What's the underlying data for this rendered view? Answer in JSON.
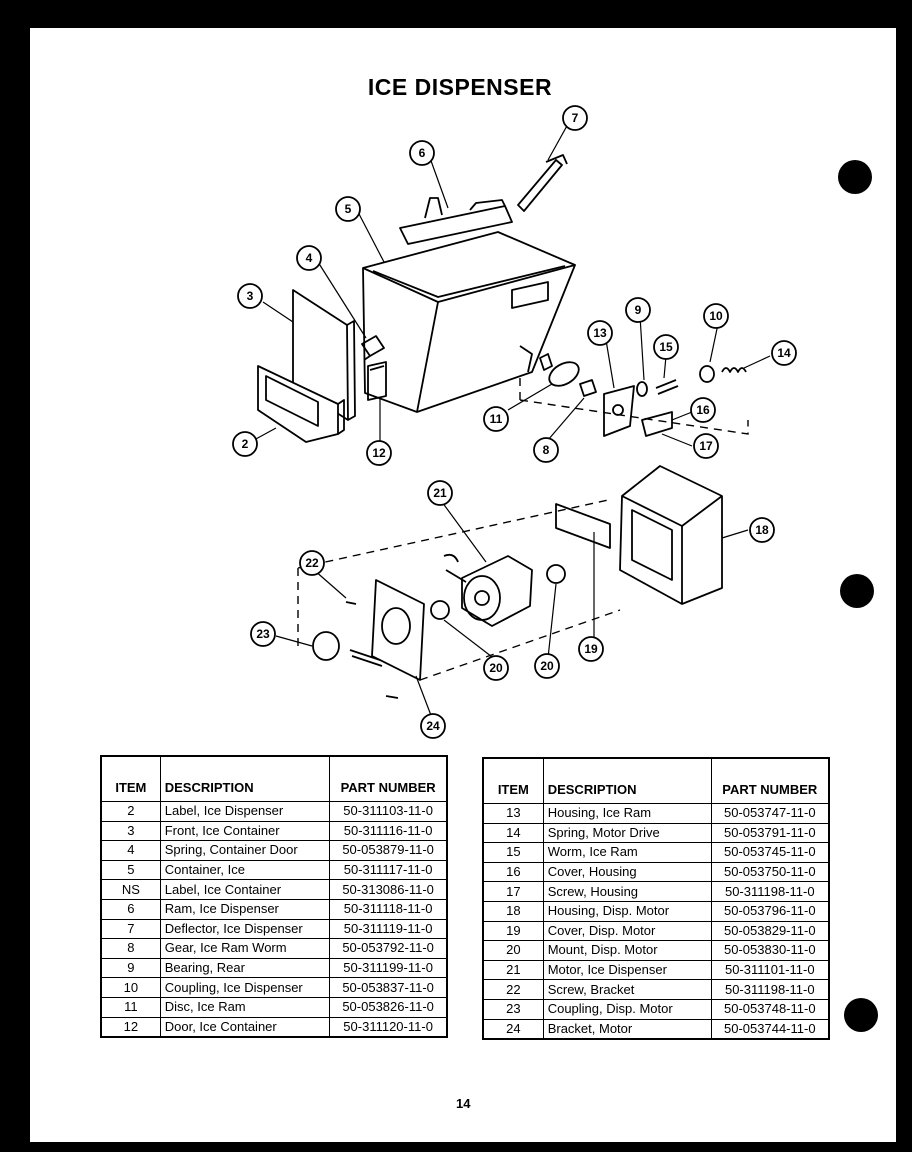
{
  "page": {
    "title": "ICE DISPENSER",
    "page_number": "14"
  },
  "diagram": {
    "callouts": [
      "2",
      "3",
      "4",
      "5",
      "6",
      "7",
      "8",
      "9",
      "10",
      "11",
      "12",
      "13",
      "14",
      "15",
      "16",
      "17",
      "18",
      "19",
      "20",
      "20",
      "21",
      "22",
      "23",
      "24"
    ]
  },
  "tables": {
    "headers": {
      "item": "ITEM",
      "description": "DESCRIPTION",
      "part_number": "PART NUMBER"
    },
    "left": [
      {
        "item": "2",
        "description": "Label, Ice Dispenser",
        "part": "50-311103-11-0"
      },
      {
        "item": "3",
        "description": "Front, Ice Container",
        "part": "50-311116-11-0"
      },
      {
        "item": "4",
        "description": "Spring, Container Door",
        "part": "50-053879-11-0"
      },
      {
        "item": "5",
        "description": "Container, Ice",
        "part": "50-311117-11-0"
      },
      {
        "item": "NS",
        "description": "Label, Ice Container",
        "part": "50-313086-11-0"
      },
      {
        "item": "6",
        "description": "Ram, Ice Dispenser",
        "part": "50-311118-11-0"
      },
      {
        "item": "7",
        "description": "Deflector, Ice Dispenser",
        "part": "50-311119-11-0"
      },
      {
        "item": "8",
        "description": "Gear, Ice Ram Worm",
        "part": "50-053792-11-0"
      },
      {
        "item": "9",
        "description": "Bearing, Rear",
        "part": "50-311199-11-0"
      },
      {
        "item": "10",
        "description": "Coupling, Ice Dispenser",
        "part": "50-053837-11-0"
      },
      {
        "item": "11",
        "description": "Disc, Ice Ram",
        "part": "50-053826-11-0"
      },
      {
        "item": "12",
        "description": "Door, Ice Container",
        "part": "50-311120-11-0"
      }
    ],
    "right": [
      {
        "item": "13",
        "description": "Housing, Ice Ram",
        "part": "50-053747-11-0"
      },
      {
        "item": "14",
        "description": "Spring, Motor Drive",
        "part": "50-053791-11-0"
      },
      {
        "item": "15",
        "description": "Worm, Ice Ram",
        "part": "50-053745-11-0"
      },
      {
        "item": "16",
        "description": "Cover, Housing",
        "part": "50-053750-11-0"
      },
      {
        "item": "17",
        "description": "Screw, Housing",
        "part": "50-311198-11-0"
      },
      {
        "item": "18",
        "description": "Housing, Disp. Motor",
        "part": "50-053796-11-0"
      },
      {
        "item": "19",
        "description": "Cover, Disp. Motor",
        "part": "50-053829-11-0"
      },
      {
        "item": "20",
        "description": "Mount, Disp. Motor",
        "part": "50-053830-11-0"
      },
      {
        "item": "21",
        "description": "Motor, Ice Dispenser",
        "part": "50-311101-11-0"
      },
      {
        "item": "22",
        "description": "Screw, Bracket",
        "part": "50-311198-11-0"
      },
      {
        "item": "23",
        "description": "Coupling, Disp. Motor",
        "part": "50-053748-11-0"
      },
      {
        "item": "24",
        "description": "Bracket, Motor",
        "part": "50-053744-11-0"
      }
    ]
  }
}
